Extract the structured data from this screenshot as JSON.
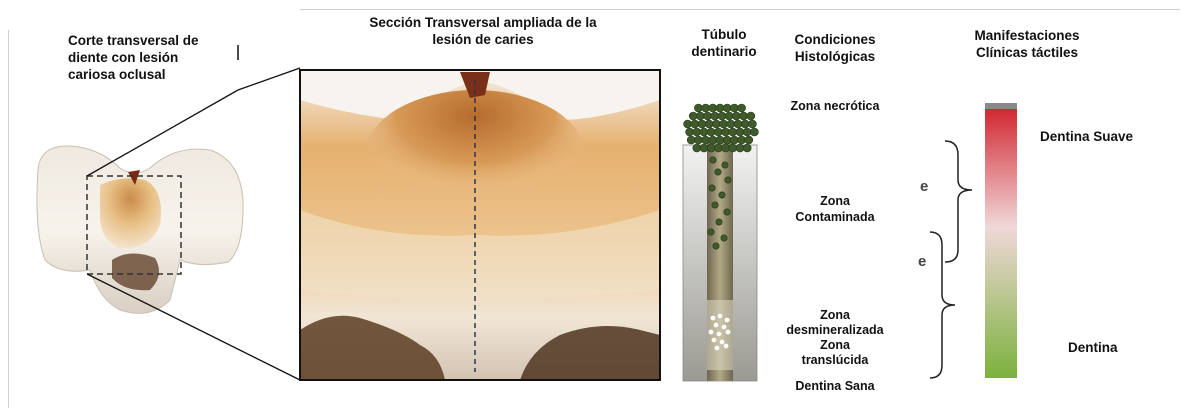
{
  "labels": {
    "tooth_title": "Corte transversal de diente con lesión cariosa oclusal",
    "section_title_line1": "Sección Transversal ampliada de la",
    "section_title_line2": "lesión de caries",
    "tubule_title_line1": "Túbulo",
    "tubule_title_line2": "dentinario",
    "histo_title_line1": "Condiciones",
    "histo_title_line2": "Histológicas",
    "clinical_title_line1": "Manifestaciones",
    "clinical_title_line2": "Clínicas táctiles"
  },
  "zones": {
    "necrotic": "Zona necrótica",
    "contaminated_line1": "Zona",
    "contaminated_line2": "Contaminada",
    "demineralized_line1": "Zona",
    "demineralized_line2": "desmineralizada",
    "translucent_line1": "Zona",
    "translucent_line2": "translúcida",
    "healthy": "Dentina Sana"
  },
  "clinical": {
    "soft": "Dentina Suave",
    "hard": "Dentina"
  },
  "brackets": {
    "upper_letter": "e",
    "lower_letter": "e"
  },
  "colors": {
    "bar_top": "#d01f2a",
    "bar_mid": "#f0d8d8",
    "bar_bottom": "#7bb13c",
    "bacteria": "#3f5b2c",
    "tubule": "#8b8365"
  }
}
